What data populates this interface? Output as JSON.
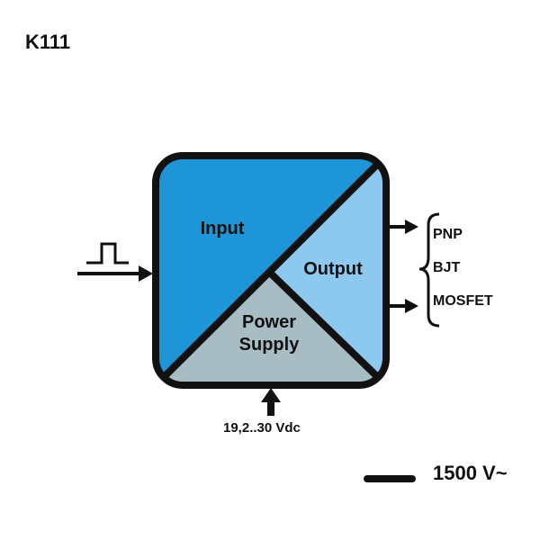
{
  "model": "K111",
  "blocks": {
    "input": "Input",
    "output": "Output",
    "power_line1": "Power",
    "power_line2": "Supply"
  },
  "outputs": [
    "PNP",
    "BJT",
    "MOSFET"
  ],
  "supply_voltage": "19,2..30 Vdc",
  "isolation": "1500 V~",
  "colors": {
    "input": "#1e95d6",
    "output": "#8dc8ee",
    "power": "#a8bcc4",
    "stroke": "#111111"
  }
}
